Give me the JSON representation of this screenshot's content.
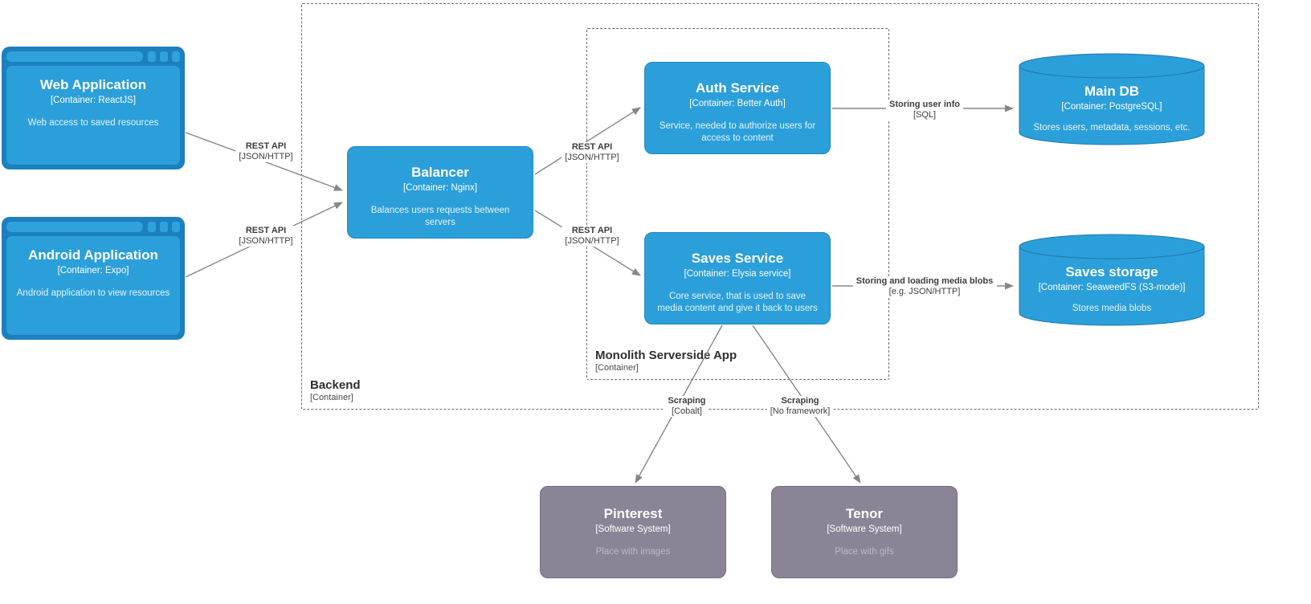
{
  "diagram_type": "c4-container-diagram",
  "boundaries": {
    "backend": {
      "title": "Backend",
      "subtitle": "[Container]"
    },
    "monolith": {
      "title": "Monolith Serverside App",
      "subtitle": "[Container]"
    }
  },
  "nodes": {
    "web_app": {
      "title": "Web Application",
      "subtitle": "[Container: ReactJS]",
      "description": "Web access to saved resources",
      "shape": "web-browser"
    },
    "android_app": {
      "title": "Android Application",
      "subtitle": "[Container: Expo]",
      "description": "Android application to view resources",
      "shape": "web-browser"
    },
    "balancer": {
      "title": "Balancer",
      "subtitle": "[Container: Nginx]",
      "description": "Balances users requests between servers",
      "shape": "rounded-box"
    },
    "auth_service": {
      "title": "Auth Service",
      "subtitle": "[Container: Better Auth]",
      "description": "Service, needed to authorize users for access to content",
      "shape": "rounded-box"
    },
    "saves_service": {
      "title": "Saves Service",
      "subtitle": "[Container: Elysia service]",
      "description": "Core service, that is used to save media content and give it back to users",
      "shape": "rounded-box"
    },
    "main_db": {
      "title": "Main DB",
      "subtitle": "[Container: PostgreSQL]",
      "description": "Stores users, metadata, sessions, etc.",
      "shape": "cylinder"
    },
    "saves_storage": {
      "title": "Saves storage",
      "subtitle": "[Container: SeaweedFS (S3-mode)]",
      "description": "Stores media blobs",
      "shape": "cylinder"
    },
    "pinterest": {
      "title": "Pinterest",
      "subtitle": "[Software System]",
      "description": "Place with images",
      "shape": "rounded-box-external"
    },
    "tenor": {
      "title": "Tenor",
      "subtitle": "[Software System]",
      "description": "Place with gifs",
      "shape": "rounded-box-external"
    }
  },
  "edges": {
    "web_to_balancer": {
      "label": "REST API",
      "tech": "[JSON/HTTP]"
    },
    "android_to_balancer": {
      "label": "REST API",
      "tech": "[JSON/HTTP]"
    },
    "balancer_to_auth": {
      "label": "REST API",
      "tech": "[JSON/HTTP]"
    },
    "balancer_to_saves": {
      "label": "REST API",
      "tech": "[JSON/HTTP]"
    },
    "auth_to_main_db": {
      "label": "Storing user info",
      "tech": "[SQL]"
    },
    "saves_to_storage": {
      "label": "Storing and loading media blobs",
      "tech": "[e.g. JSON/HTTP]"
    },
    "saves_to_pinterest": {
      "label": "Scraping",
      "tech": "[Cobalt]"
    },
    "saves_to_tenor": {
      "label": "Scraping",
      "tech": "[No framework]"
    }
  },
  "colors": {
    "container_fill": "#2B9FD9",
    "container_frame": "#1C80BF",
    "container_border": "#2289BD",
    "external_fill": "#8B8496",
    "external_border": "#756E81",
    "edge_line": "#878787",
    "boundary_dash": "#6B6B6B",
    "text_on_node": "#FFFFFF"
  }
}
